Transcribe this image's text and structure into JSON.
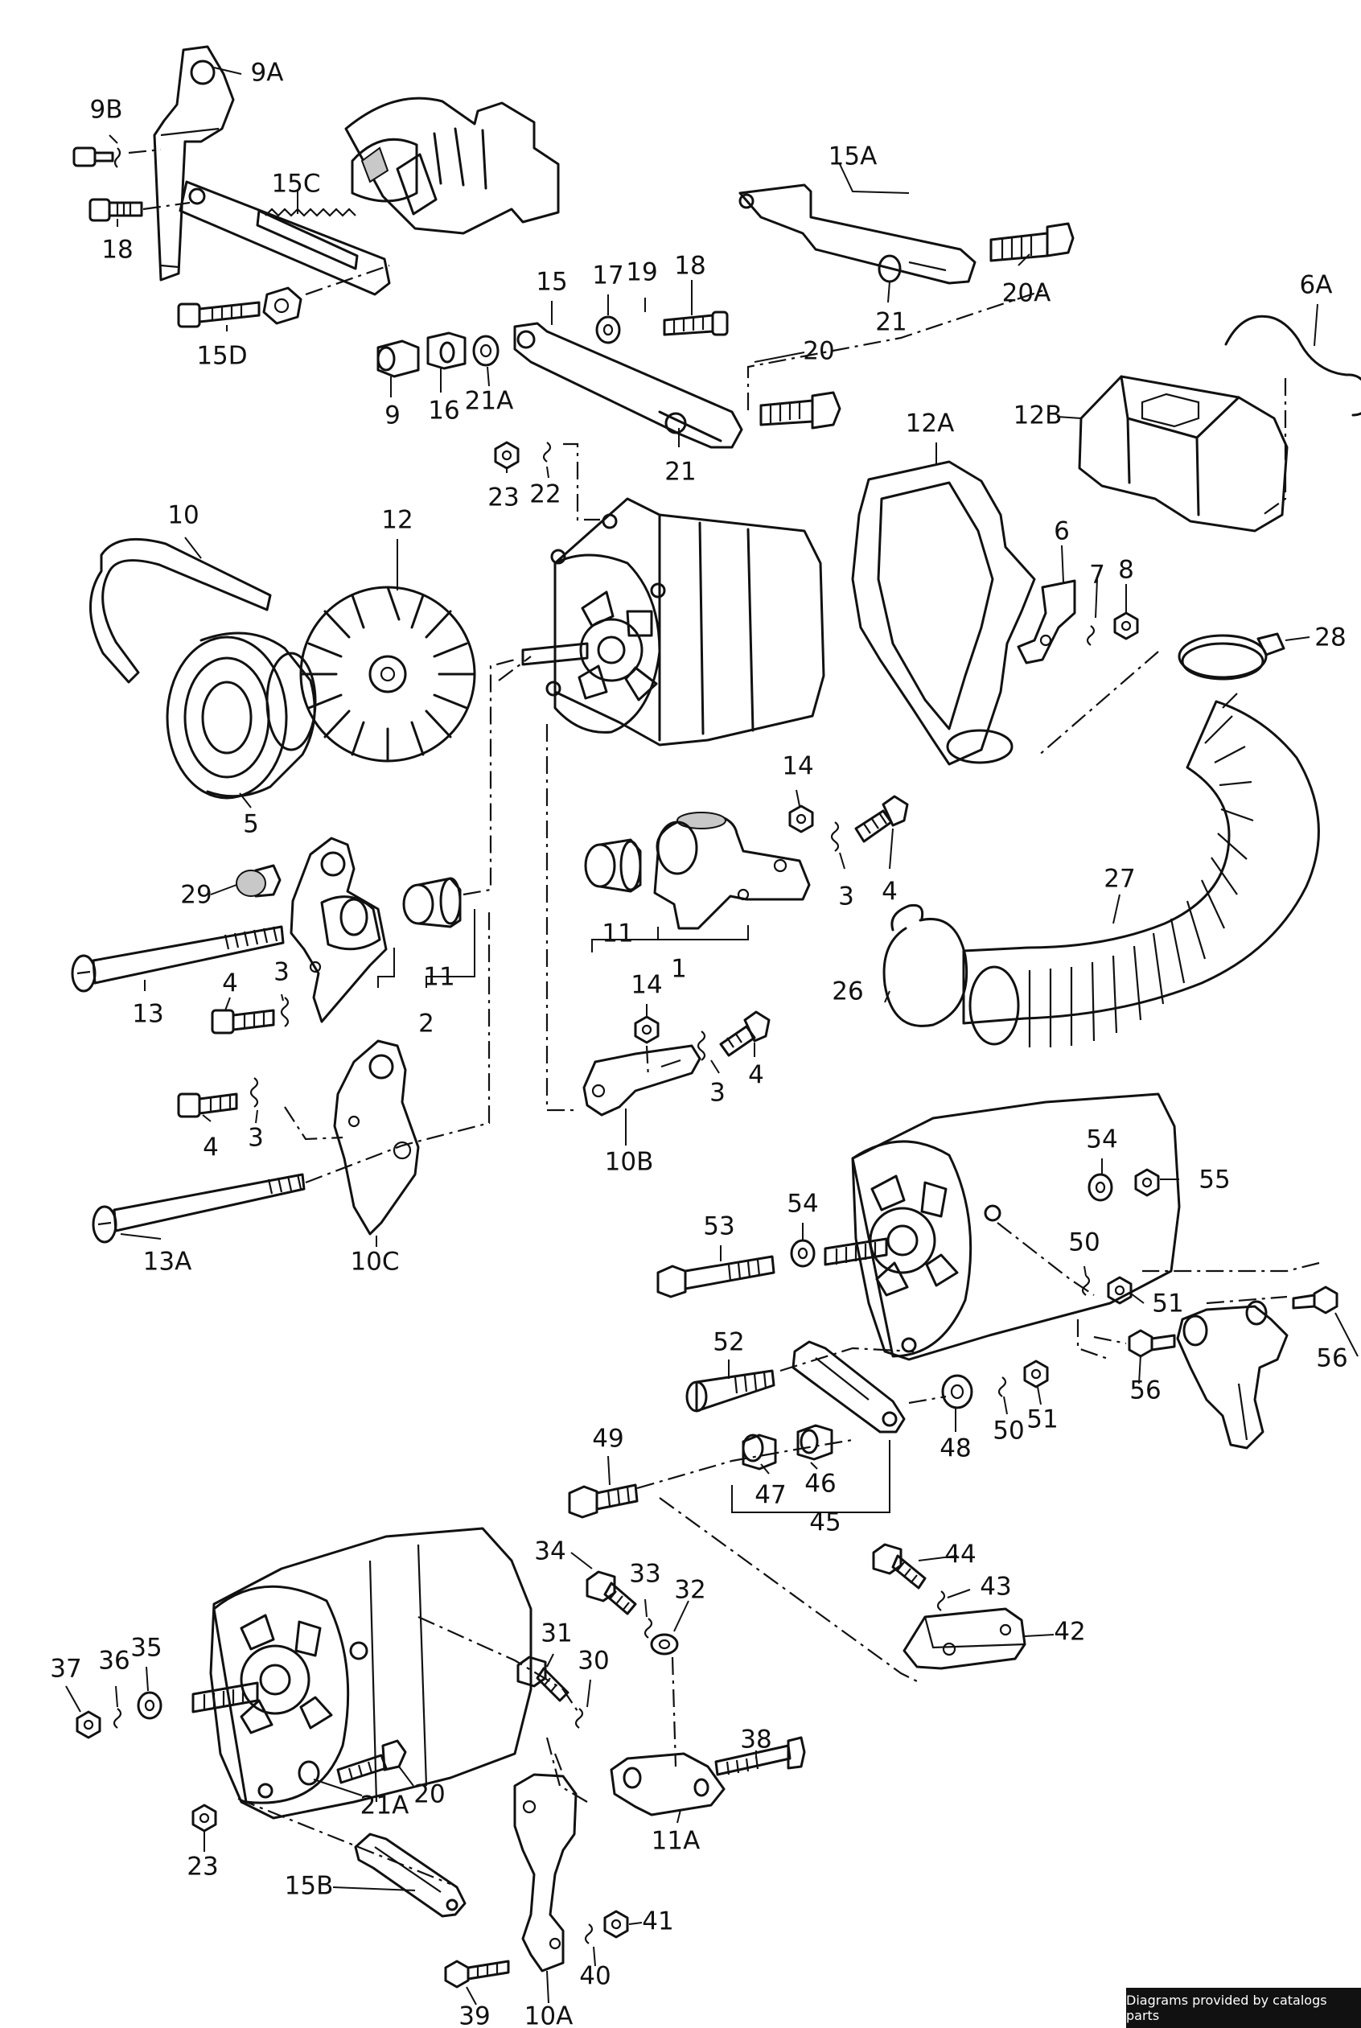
{
  "callouts": [
    {
      "id": "9A",
      "label": "9A"
    },
    {
      "id": "9B",
      "label": "9B"
    },
    {
      "id": "15C",
      "label": "15C"
    },
    {
      "id": "18a",
      "label": "18"
    },
    {
      "id": "15D",
      "label": "15D"
    },
    {
      "id": "15A",
      "label": "15A"
    },
    {
      "id": "15",
      "label": "15"
    },
    {
      "id": "17",
      "label": "17"
    },
    {
      "id": "19",
      "label": "19"
    },
    {
      "id": "18b",
      "label": "18"
    },
    {
      "id": "20A",
      "label": "20A"
    },
    {
      "id": "21a",
      "label": "21"
    },
    {
      "id": "6A",
      "label": "6A"
    },
    {
      "id": "20a",
      "label": "20"
    },
    {
      "id": "9",
      "label": "9"
    },
    {
      "id": "16",
      "label": "16"
    },
    {
      "id": "21Aa",
      "label": "21A"
    },
    {
      "id": "12A",
      "label": "12A"
    },
    {
      "id": "12B",
      "label": "12B"
    },
    {
      "id": "21b",
      "label": "21"
    },
    {
      "id": "23a",
      "label": "23"
    },
    {
      "id": "22",
      "label": "22"
    },
    {
      "id": "10",
      "label": "10"
    },
    {
      "id": "12",
      "label": "12"
    },
    {
      "id": "6",
      "label": "6"
    },
    {
      "id": "7",
      "label": "7"
    },
    {
      "id": "8",
      "label": "8"
    },
    {
      "id": "28",
      "label": "28"
    },
    {
      "id": "5",
      "label": "5"
    },
    {
      "id": "14a",
      "label": "14"
    },
    {
      "id": "29",
      "label": "29"
    },
    {
      "id": "3a",
      "label": "3"
    },
    {
      "id": "4a",
      "label": "4"
    },
    {
      "id": "27",
      "label": "27"
    },
    {
      "id": "11a",
      "label": "11"
    },
    {
      "id": "11b",
      "label": "11"
    },
    {
      "id": "1",
      "label": "1"
    },
    {
      "id": "13",
      "label": "13"
    },
    {
      "id": "4b",
      "label": "4"
    },
    {
      "id": "3b",
      "label": "3"
    },
    {
      "id": "2",
      "label": "2"
    },
    {
      "id": "26",
      "label": "26"
    },
    {
      "id": "14b",
      "label": "14"
    },
    {
      "id": "4c",
      "label": "4"
    },
    {
      "id": "3c",
      "label": "3"
    },
    {
      "id": "4d",
      "label": "4"
    },
    {
      "id": "3d",
      "label": "3"
    },
    {
      "id": "10B",
      "label": "10B"
    },
    {
      "id": "54a",
      "label": "54"
    },
    {
      "id": "55",
      "label": "55"
    },
    {
      "id": "13A",
      "label": "13A"
    },
    {
      "id": "10C",
      "label": "10C"
    },
    {
      "id": "53",
      "label": "53"
    },
    {
      "id": "54b",
      "label": "54"
    },
    {
      "id": "50a",
      "label": "50"
    },
    {
      "id": "51a",
      "label": "51"
    },
    {
      "id": "56a",
      "label": "56"
    },
    {
      "id": "52",
      "label": "52"
    },
    {
      "id": "56b",
      "label": "56"
    },
    {
      "id": "48",
      "label": "48"
    },
    {
      "id": "50b",
      "label": "50"
    },
    {
      "id": "51b",
      "label": "51"
    },
    {
      "id": "49",
      "label": "49"
    },
    {
      "id": "47",
      "label": "47"
    },
    {
      "id": "46",
      "label": "46"
    },
    {
      "id": "45",
      "label": "45"
    },
    {
      "id": "44",
      "label": "44"
    },
    {
      "id": "34",
      "label": "34"
    },
    {
      "id": "33",
      "label": "33"
    },
    {
      "id": "43",
      "label": "43"
    },
    {
      "id": "32",
      "label": "32"
    },
    {
      "id": "42",
      "label": "42"
    },
    {
      "id": "37",
      "label": "37"
    },
    {
      "id": "36",
      "label": "36"
    },
    {
      "id": "35",
      "label": "35"
    },
    {
      "id": "31",
      "label": "31"
    },
    {
      "id": "30",
      "label": "30"
    },
    {
      "id": "38",
      "label": "38"
    },
    {
      "id": "20b",
      "label": "20"
    },
    {
      "id": "21Ab",
      "label": "21A"
    },
    {
      "id": "23b",
      "label": "23"
    },
    {
      "id": "11A",
      "label": "11A"
    },
    {
      "id": "15B",
      "label": "15B"
    },
    {
      "id": "41",
      "label": "41"
    },
    {
      "id": "40",
      "label": "40"
    },
    {
      "id": "39",
      "label": "39"
    },
    {
      "id": "10A",
      "label": "10A"
    }
  ],
  "footer": {
    "text": "Diagrams provided by catalogs parts"
  }
}
